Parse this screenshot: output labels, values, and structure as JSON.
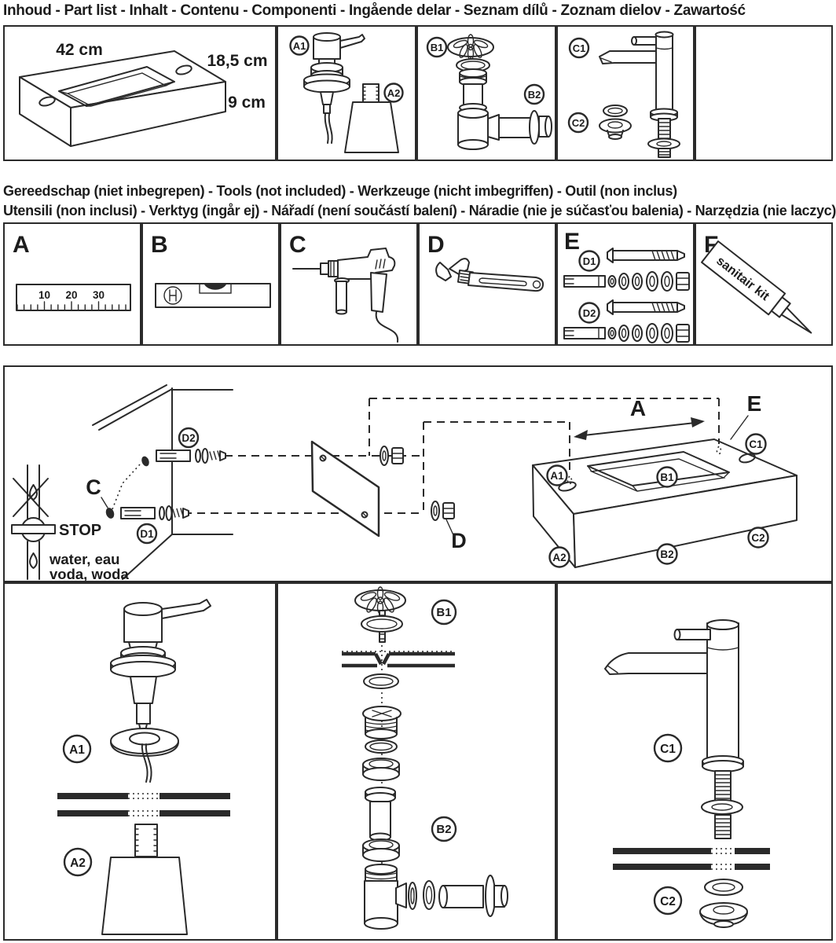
{
  "header": {
    "title": "Inhoud - Part list - Inhalt - Contenu - Componenti - Ingående delar - Seznam dílů - Zoznam dielov - Zawartość"
  },
  "parts": {
    "sink": {
      "width_label": "42 cm",
      "depth_label": "18,5 cm",
      "height_label": "9 cm"
    },
    "dispenser": {
      "pump_label": "A1",
      "bottle_label": "A2"
    },
    "drain": {
      "plug_label": "B1",
      "trap_label": "B2"
    },
    "tap": {
      "tap_label": "C1",
      "washers_label": "C2"
    }
  },
  "tools_header": {
    "line1": "Gereedschap (niet inbegrepen) - Tools (not included) -  Werkzeuge (nicht imbegriffen) - Outil (non inclus)",
    "line2": "Utensili (non inclusi) - Verktyg (ingår ej) - Nářadí (není součástí balení) - Náradie (nie je súčasťou balenia) - Narzędzia (nie laczyc)"
  },
  "tools": {
    "ruler": {
      "letter": "A",
      "ticks": [
        "10",
        "20",
        "30"
      ]
    },
    "level": {
      "letter": "B"
    },
    "drill": {
      "letter": "C"
    },
    "wrench": {
      "letter": "D"
    },
    "fixings": {
      "letter": "E",
      "set1_label": "D1",
      "set2_label": "D2"
    },
    "sealant": {
      "letter": "F",
      "cartridge_text": "sanitair kit"
    }
  },
  "assembly": {
    "stop_label": "STOP",
    "water_line1": "water, eau",
    "water_line2": "voda, woda",
    "drill_label": "C",
    "plug_top_label": "D2",
    "plug_bottom_label": "D1",
    "washer_label": "D",
    "distance_label": "A",
    "sealant_label": "E",
    "sink_labels": {
      "a1": "A1",
      "b1": "B1",
      "c1": "C1",
      "a2": "A2",
      "b2": "B2",
      "c2": "C2"
    }
  },
  "details": {
    "pump": {
      "top_label": "A1",
      "bottom_label": "A2"
    },
    "drain": {
      "top_label": "B1",
      "bottom_label": "B2"
    },
    "tap": {
      "top_label": "C1",
      "bottom_label": "C2"
    }
  }
}
